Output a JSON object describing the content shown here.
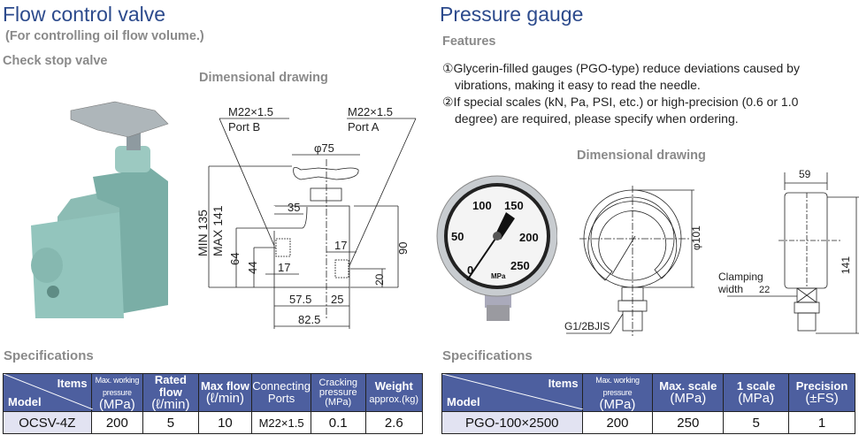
{
  "left": {
    "title": "Flow control valve",
    "subtitle": "(For controlling oil flow volume.)",
    "product_label": "Check stop valve",
    "drawing_title": "Dimensional drawing",
    "drawing_labels": {
      "port_b_thread": "M22×1.5",
      "port_b": "Port B",
      "port_a_thread": "M22×1.5",
      "port_a": "Port A",
      "phi75": "φ75",
      "d35": "35",
      "min": "MIN 135",
      "max": "MAX 141",
      "d64": "64",
      "d44": "44",
      "d17a": "17",
      "d17b": "17",
      "d90": "90",
      "d20": "20",
      "d57": "57.5",
      "d25": "25",
      "d82": "82.5"
    },
    "specs_title": "Specifications",
    "table": {
      "items": "Items",
      "model": "Model",
      "headers": [
        {
          "a": "Max. working pressure",
          "b": "(MPa)"
        },
        {
          "a": "Rated flow",
          "b": "(ℓ/min)"
        },
        {
          "a": "Max flow",
          "b": "(ℓ/min)"
        },
        {
          "a": "Connecting",
          "b": "Ports"
        },
        {
          "a": "Cracking pressure",
          "b": "(MPa)"
        },
        {
          "a": "Weight",
          "b": "approx.(kg)"
        }
      ],
      "row": [
        "OCSV-4Z",
        "200",
        "5",
        "10",
        "M22×1.5",
        "0.1",
        "2.6"
      ]
    }
  },
  "right": {
    "title": "Pressure gauge",
    "features_title": "Features",
    "features": [
      "①Glycerin-filled gauges (PGO-type) reduce deviations caused by",
      "vibrations, making it easy to read the needle.",
      "②If special scales (kN, Pa, PSI, etc.) or high-precision (0.6 or 1.0",
      "degree) are required, please specify when ordering."
    ],
    "drawing_title": "Dimensional drawing",
    "gauge_dial": {
      "t0": "0",
      "t50": "50",
      "t100": "100",
      "t150": "150",
      "t200": "200",
      "t250": "250",
      "unit": "MPa"
    },
    "drawing_labels": {
      "phi101": "φ101",
      "thread": "G1/2BJIS",
      "d59": "59",
      "d141": "141",
      "clamp1": "Clamping",
      "clamp2": "width",
      "d22": "22"
    },
    "specs_title": "Specifications",
    "table": {
      "items": "Items",
      "model": "Model",
      "headers": [
        {
          "a": "Max. working pressure",
          "b": "(MPa)"
        },
        {
          "a": "Max. scale",
          "b": "(MPa)"
        },
        {
          "a": "1 scale",
          "b": "(MPa)"
        },
        {
          "a": "Precision",
          "b": "(±FS)"
        }
      ],
      "row": [
        "PGO-100×2500",
        "200",
        "250",
        "5",
        "1"
      ]
    }
  }
}
